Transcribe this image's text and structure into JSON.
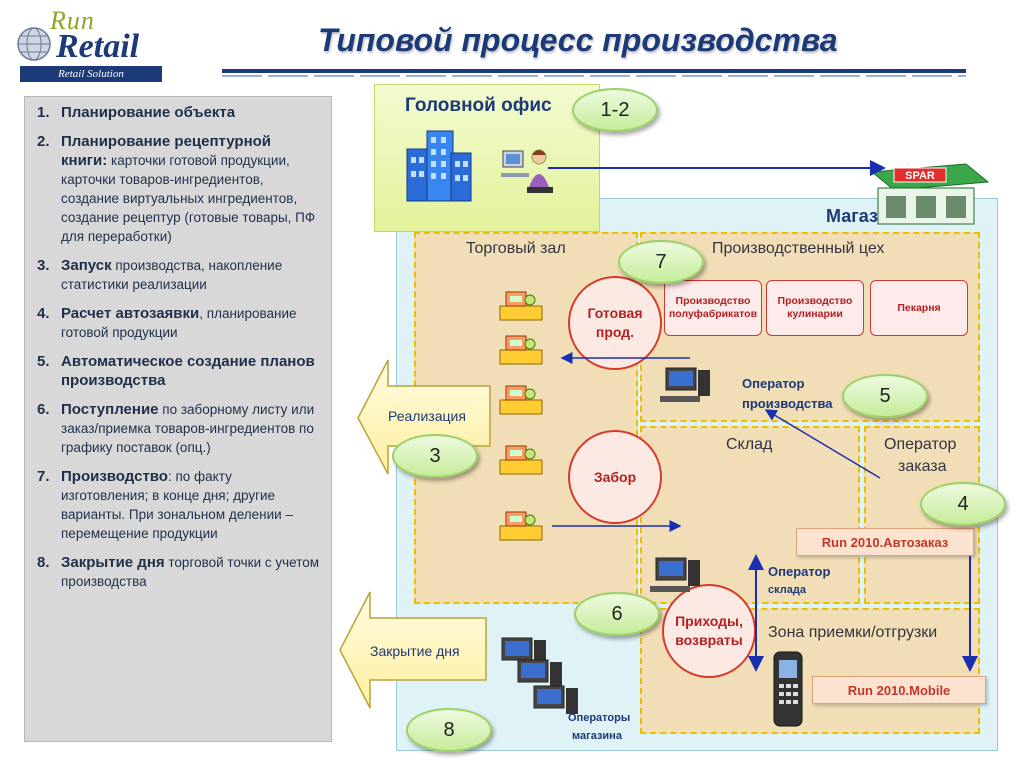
{
  "logo": {
    "run": "Run",
    "retail": "Retail",
    "tagline": "Retail Solution"
  },
  "title": "Типовой процесс производства",
  "steps": [
    {
      "num": "1.",
      "bold": "Планирование объекта",
      "text": ""
    },
    {
      "num": "2.",
      "bold": "Планирование рецептурной книги:",
      "text": " карточки готовой продукции, карточки товаров-ингредиентов, создание виртуальных ингредиентов, создание рецептур (готовые товары, ПФ для переработки)"
    },
    {
      "num": "3.",
      "bold": "Запуск",
      "text": " производства, накопление статистики реализации"
    },
    {
      "num": "4.",
      "bold": "Расчет автозаявки",
      "text": ", планирование готовой продукции"
    },
    {
      "num": "5.",
      "bold": "Автоматическое создание планов производства",
      "text": ""
    },
    {
      "num": "6.",
      "bold": "Поступление",
      "text": " по заборному листу или заказ/приемка товаров-ингредиентов по графику поставок (опц.)"
    },
    {
      "num": "7.",
      "bold": "Производство",
      "text": ": по факту изготовления; в конце дня; другие варианты. При зональном делении – перемещение продукции"
    },
    {
      "num": "8.",
      "bold": "Закрытие дня",
      "text": " торговой точки с учетом производства"
    }
  ],
  "office": {
    "label": "Головной офис"
  },
  "store": {
    "label": "Магазин",
    "sign": "SPAR"
  },
  "zones": {
    "hall": "Торговый зал",
    "production": "Производственный цех",
    "stock": "Склад",
    "order_operator_1": "Оператор",
    "order_operator_2": "заказа",
    "receiving": "Зона приемки/отгрузки"
  },
  "production_units": [
    "Производство полуфабрикатов",
    "Производство кулинарии",
    "Пекарня"
  ],
  "circles": {
    "ready": "Готовая прод.",
    "fence": "Забор",
    "income": "Приходы, возвраты"
  },
  "operators": {
    "production_1": "Оператор",
    "production_2": "производства",
    "stock_1": "Оператор",
    "stock_2": "склада",
    "store_1": "Операторы",
    "store_2": "магазина"
  },
  "systems": {
    "autoorder": "Run 2010.Автозаказ",
    "mobile": "Run 2010.Mobile"
  },
  "arrows": {
    "sales": "Реализация",
    "day_close": "Закрытие дня"
  },
  "badges": {
    "b12": "1-2",
    "b3": "3",
    "b4": "4",
    "b5": "5",
    "b6": "6",
    "b7": "7",
    "b8": "8"
  },
  "colors": {
    "title": "#1c3a78",
    "badge_fill": "#c6ec9a",
    "circle_border": "#d63a2a",
    "zone_border": "#e8c000"
  }
}
